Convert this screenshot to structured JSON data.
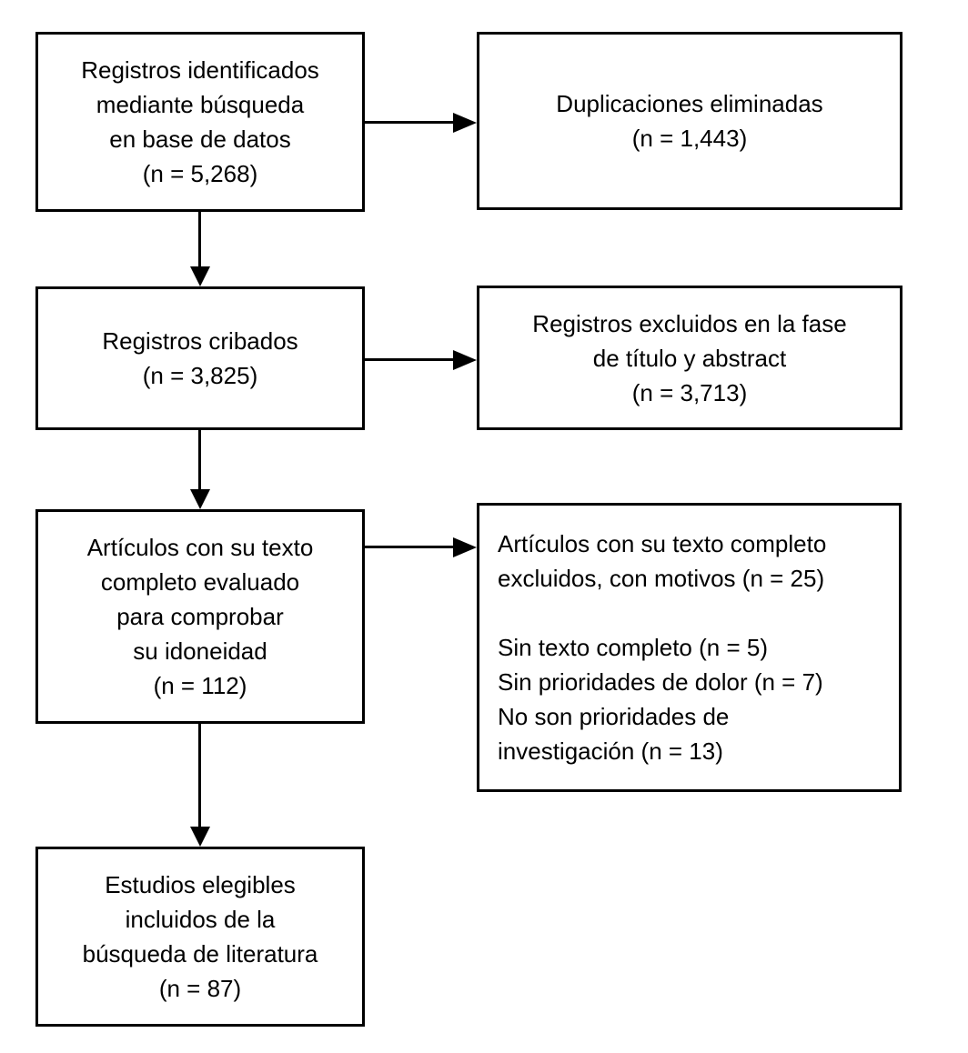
{
  "diagram": {
    "type": "flowchart",
    "language": "es",
    "colors": {
      "box_border": "#000000",
      "box_background": "#ffffff",
      "text": "#000000",
      "arrow": "#000000"
    },
    "boxes": [
      {
        "id": "records-identified",
        "n": 5268,
        "lines": [
          "Registros identificados",
          "mediante búsqueda",
          "en base de datos",
          "(n = 5,268)"
        ]
      },
      {
        "id": "duplicates-removed",
        "n": 1443,
        "lines": [
          "Duplicaciones eliminadas",
          "(n = 1,443)"
        ]
      },
      {
        "id": "records-screened",
        "n": 3825,
        "lines": [
          "Registros cribados",
          "(n = 3,825)"
        ]
      },
      {
        "id": "records-excluded-title-abstract",
        "n": 3713,
        "lines": [
          "Registros excluidos en la fase",
          "de título y abstract",
          "(n = 3,713)"
        ]
      },
      {
        "id": "fulltext-assessed",
        "n": 112,
        "lines": [
          "Artículos con su texto",
          "completo evaluado",
          "para comprobar",
          "su idoneidad",
          "(n = 112)"
        ]
      },
      {
        "id": "fulltext-excluded",
        "n": 25,
        "lines": [
          "Artículos con su texto completo",
          "excluidos, con motivos (n = 25)",
          "",
          "Sin texto completo (n = 5)",
          "Sin prioridades de dolor (n = 7)",
          "No son prioridades de",
          "investigación (n = 13)"
        ]
      },
      {
        "id": "studies-included",
        "n": 87,
        "lines": [
          "Estudios elegibles",
          "incluidos de la",
          "búsqueda de literatura",
          "(n = 87)"
        ]
      }
    ],
    "connections": [
      {
        "from": "records-identified",
        "to": "duplicates-removed",
        "direction": "right"
      },
      {
        "from": "records-identified",
        "to": "records-screened",
        "direction": "down"
      },
      {
        "from": "records-screened",
        "to": "records-excluded-title-abstract",
        "direction": "right"
      },
      {
        "from": "records-screened",
        "to": "fulltext-assessed",
        "direction": "down"
      },
      {
        "from": "fulltext-assessed",
        "to": "fulltext-excluded",
        "direction": "right"
      },
      {
        "from": "fulltext-assessed",
        "to": "studies-included",
        "direction": "down"
      }
    ]
  }
}
